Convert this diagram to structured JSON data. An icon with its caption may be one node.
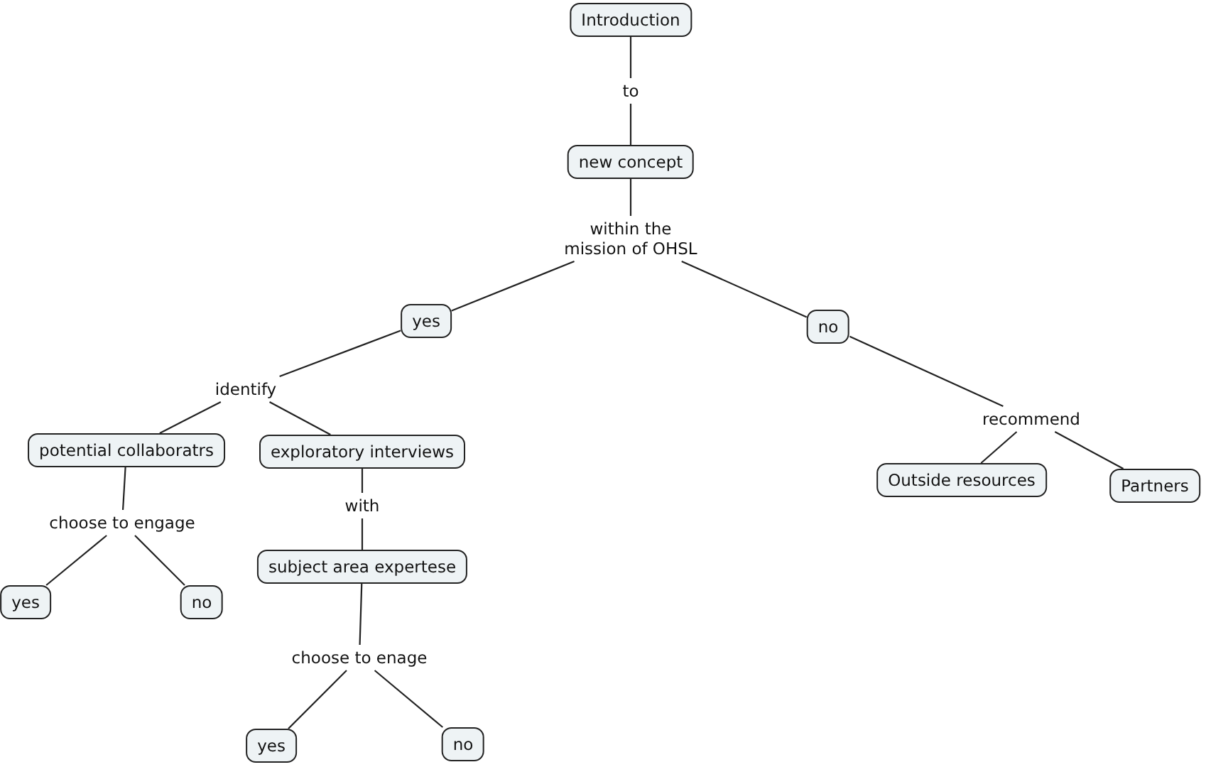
{
  "diagram": {
    "nodes": [
      {
        "text": [
          "Introduction"
        ]
      },
      {
        "text": [
          "to"
        ]
      },
      {
        "text": [
          "new concept"
        ]
      },
      {
        "text": [
          "within the mission of OHSL"
        ]
      },
      {
        "text": [
          "yes"
        ]
      },
      {
        "text": [
          "no"
        ]
      },
      {
        "text": [
          "identify"
        ]
      },
      {
        "text": [
          "recommend"
        ]
      },
      {
        "text": [
          "potential collaboratrs"
        ]
      },
      {
        "text": [
          "exploratory interviews"
        ]
      },
      {
        "text": [
          "Outside resources"
        ]
      },
      {
        "text": [
          "Partners"
        ]
      },
      {
        "text": [
          "choose to engage"
        ]
      },
      {
        "text": [
          "with"
        ]
      },
      {
        "text": [
          "subject area expertese"
        ]
      },
      {
        "text": [
          "yes"
        ]
      },
      {
        "text": [
          "no"
        ]
      },
      {
        "text": [
          "choose to enage"
        ]
      },
      {
        "text": [
          "yes"
        ]
      },
      {
        "text": [
          "no"
        ]
      }
    ],
    "edges": [
      {
        "from": 0,
        "to": 1,
        "arrow": "none"
      },
      {
        "from": 1,
        "to": 2,
        "arrow": "none"
      },
      {
        "from": 2,
        "to": 3,
        "arrow": "none"
      },
      {
        "from": 3,
        "to": 4,
        "arrow": "none"
      },
      {
        "from": 3,
        "to": 5,
        "arrow": "none"
      },
      {
        "from": 4,
        "to": 6,
        "arrow": "none"
      },
      {
        "from": 6,
        "to": 8,
        "arrow": "none"
      },
      {
        "from": 6,
        "to": 9,
        "arrow": "none"
      },
      {
        "from": 5,
        "to": 7,
        "arrow": "none"
      },
      {
        "from": 7,
        "to": 10,
        "arrow": "none"
      },
      {
        "from": 7,
        "to": 11,
        "arrow": "none"
      },
      {
        "from": 8,
        "to": 12,
        "arrow": "none"
      },
      {
        "from": 12,
        "to": 15,
        "arrow": "none"
      },
      {
        "from": 12,
        "to": 16,
        "arrow": "none"
      },
      {
        "from": 9,
        "to": 13,
        "arrow": "none"
      },
      {
        "from": 13,
        "to": 14,
        "arrow": "none"
      },
      {
        "from": 14,
        "to": 17,
        "arrow": "none"
      },
      {
        "from": 17,
        "to": 18,
        "arrow": "none"
      },
      {
        "from": 17,
        "to": 19,
        "arrow": "none"
      }
    ]
  }
}
